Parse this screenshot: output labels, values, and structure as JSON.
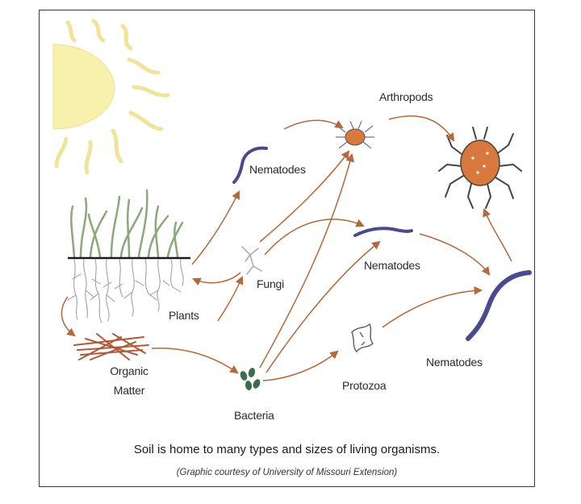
{
  "labels": {
    "arthropods": "Arthropods",
    "nematodes_top": "Nematodes",
    "nematodes_mid": "Nematodes",
    "nematodes_right": "Nematodes",
    "fungi": "Fungi",
    "plants": "Plants",
    "organic_matter_line1": "Organic",
    "organic_matter_line2": "Matter",
    "bacteria": "Bacteria",
    "protozoa": "Protozoa"
  },
  "caption": "Soil is home to many types and sizes of living organisms.",
  "credit": "(Graphic courtesy of University of Missouri Extension)",
  "colors": {
    "arrow": "#b5683a",
    "nematode": "#4a4a8c",
    "sun": "#f7f0a8",
    "sun_ray": "#f0e49a",
    "grass": "#8aa878",
    "roots": "#9a9a9a",
    "organic_matter": "#b05a3a",
    "bacteria": "#3f6b4a",
    "arthropod": "#d9783c"
  }
}
